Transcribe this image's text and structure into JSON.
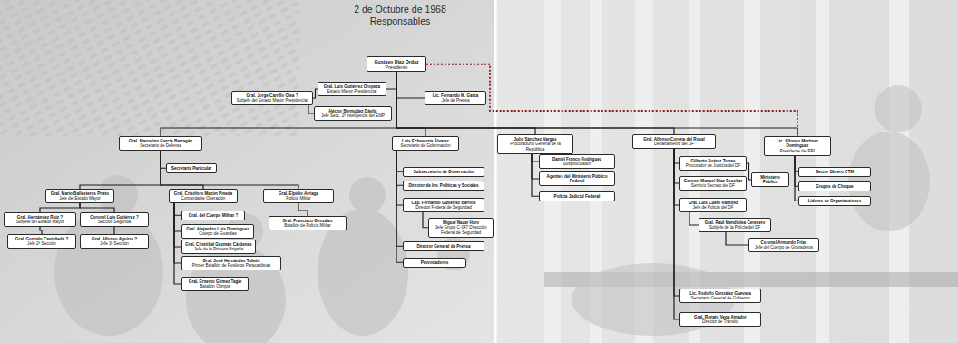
{
  "diagram": {
    "title": "2 de Octubre de 1968",
    "nodes": [
      {
        "text": [
          "Gustavo Díaz Ordaz",
          "Presidente"
        ]
      },
      {
        "text": [
          "Gral. Luis Gutiérrez Oropeza",
          "Estado Mayor Presidencial"
        ]
      },
      {
        "text": [
          "Gral. Jorge Carrillo Olea ?",
          "Subjefe del Estado Mayor Presidencial"
        ]
      },
      {
        "text": [
          "Héctor Bermúdez Dávila",
          "Jefe Secc. 2ª Inteligencia del EMP"
        ]
      },
      {
        "text": [
          "Lic. Fernando M. Garza",
          "Jefe de Prensa"
        ]
      },
      {
        "text": [
          "Gral. Marcelino García Barragán",
          "Secretario de Defensa"
        ]
      },
      {
        "text": [
          "Secretaría Particular"
        ]
      },
      {
        "text": [
          "Gral. Mario Ballesteros Prieto",
          "Jefe del Estado Mayor"
        ]
      },
      {
        "text": [
          "Gral. Hernández Ruiz ?",
          "Subjefe del Estado Mayor"
        ]
      },
      {
        "text": [
          "Coronel Luis Gutiérrez ?",
          "Sección Segunda"
        ]
      },
      {
        "text": [
          "Gral. Gonzalo Castañeda ?",
          "Jefe 2ª Sección"
        ]
      },
      {
        "text": [
          "Gral. Alfonso Aguirre ?",
          "Jefe 3ª Sección"
        ]
      },
      {
        "text": [
          "Gral. Crisóforo Mazón Pineda",
          "Comandante Operación"
        ]
      },
      {
        "text": [
          "Gral. del Cuerpo Militar ?"
        ]
      },
      {
        "text": [
          "Gral. Alejandro Luis Domínguez",
          "Cuerpo de Guardias"
        ]
      },
      {
        "text": [
          "Gral. Cristóbal Guzmán Cárdenas",
          "Jefe de la Primera Brigada"
        ]
      },
      {
        "text": [
          "Gral. José Hernández Toledo",
          "Primer Batallón de Fusileros Paracaidistas"
        ]
      },
      {
        "text": [
          "Gral. Ernesto Gómez Tagle",
          "Batallón Olimpia"
        ]
      },
      {
        "text": [
          "Gral. Elpidio Arriaga",
          "Policía Militar"
        ]
      },
      {
        "text": [
          "Gral. Francisco González",
          "Batallón de Policía Militar"
        ]
      },
      {
        "text": [
          "Luis Echeverría Álvarez",
          "Secretario de Gobernación"
        ]
      },
      {
        "text": [
          "Subsecretario de Gobernación"
        ]
      },
      {
        "text": [
          "Director de Inv. Políticas y Sociales"
        ]
      },
      {
        "text": [
          "Cap. Fernando Gutiérrez Barrios",
          "Director Federal de Seguridad"
        ]
      },
      {
        "text": [
          "Miguel Nazar Haro",
          "Jefe Grupo C-047 Dirección Federal de Seguridad"
        ]
      },
      {
        "text": [
          "Director General de Prensa"
        ]
      },
      {
        "text": [
          "Provocadores"
        ]
      },
      {
        "text": [
          "Julio Sánchez Vargas",
          "Procuraduría General de la República"
        ]
      },
      {
        "text": [
          "Daniel Franco Rodríguez",
          "Subprocurador"
        ]
      },
      {
        "text": [
          "Agentes del Ministerio Público Federal"
        ]
      },
      {
        "text": [
          "Policía Judicial Federal"
        ]
      },
      {
        "text": [
          "Gral. Alfonso Corona del Rosal",
          "Departamento del DF"
        ]
      },
      {
        "text": [
          "Gilberto Suárez Torres",
          "Procurador de Justicia del DF"
        ]
      },
      {
        "text": [
          "Coronel Manuel Díaz Escobar",
          "Servicio Secreto del DF"
        ]
      },
      {
        "text": [
          "Ministerio Público"
        ]
      },
      {
        "text": [
          "Gral. Luis Cueto Ramírez",
          "Jefe de Policía del DF"
        ]
      },
      {
        "text": [
          "Gral. Raúl Mendiolea Cerecero",
          "Subjefe de la Policía del DF"
        ]
      },
      {
        "text": [
          "Coronel Armando Frías",
          "Jefe del Cuerpo de Granaderos"
        ]
      },
      {
        "text": [
          "Lic. Rodolfo González Guevara",
          "Secretario General de Gobierno"
        ]
      },
      {
        "text": [
          "Gral. Renato Vega Amador",
          "Director de Tránsito"
        ]
      },
      {
        "text": [
          "Lic. Alfonso Martínez Domínguez",
          "Presidente del PRI"
        ]
      },
      {
        "text": [
          "Sector Obrero CTM"
        ]
      },
      {
        "text": [
          "Grupos de Choque"
        ]
      },
      {
        "text": [
          "Líderes de Organizaciones"
        ]
      }
    ],
    "edges": [
      {
        "from": 0,
        "to": 1,
        "arrow": "none"
      },
      {
        "from": 0,
        "to": 4,
        "arrow": "none"
      },
      {
        "from": 1,
        "to": 2,
        "arrow": "none"
      },
      {
        "from": 2,
        "to": 3,
        "arrow": "none"
      },
      {
        "from": 0,
        "to": 5,
        "arrow": "none"
      },
      {
        "from": 0,
        "to": 20,
        "arrow": "none"
      },
      {
        "from": 0,
        "to": 27,
        "arrow": "none"
      },
      {
        "from": 0,
        "to": 31,
        "arrow": "none"
      },
      {
        "from": 0,
        "to": 40,
        "arrow": "none"
      },
      {
        "from": 0,
        "to": 40,
        "arrow": "none"
      },
      {
        "from": 5,
        "to": 6,
        "arrow": "none"
      },
      {
        "from": 5,
        "to": 7,
        "arrow": "none"
      },
      {
        "from": 5,
        "to": 12,
        "arrow": "none"
      },
      {
        "from": 5,
        "to": 18,
        "arrow": "none"
      },
      {
        "from": 7,
        "to": 8,
        "arrow": "none"
      },
      {
        "from": 7,
        "to": 9,
        "arrow": "none"
      },
      {
        "from": 8,
        "to": 10,
        "arrow": "none"
      },
      {
        "from": 9,
        "to": 11,
        "arrow": "none"
      },
      {
        "from": 12,
        "to": 13,
        "arrow": "none"
      },
      {
        "from": 12,
        "to": 14,
        "arrow": "none"
      },
      {
        "from": 12,
        "to": 15,
        "arrow": "none"
      },
      {
        "from": 12,
        "to": 16,
        "arrow": "none"
      },
      {
        "from": 12,
        "to": 17,
        "arrow": "none"
      },
      {
        "from": 18,
        "to": 19,
        "arrow": "none"
      },
      {
        "from": 20,
        "to": 21,
        "arrow": "none"
      },
      {
        "from": 20,
        "to": 22,
        "arrow": "none"
      },
      {
        "from": 20,
        "to": 23,
        "arrow": "none"
      },
      {
        "from": 20,
        "to": 25,
        "arrow": "none"
      },
      {
        "from": 20,
        "to": 26,
        "arrow": "none"
      },
      {
        "from": 23,
        "to": 24,
        "arrow": "none"
      },
      {
        "from": 27,
        "to": 28,
        "arrow": "none"
      },
      {
        "from": 27,
        "to": 29,
        "arrow": "none"
      },
      {
        "from": 27,
        "to": 30,
        "arrow": "none"
      },
      {
        "from": 31,
        "to": 32,
        "arrow": "none"
      },
      {
        "from": 31,
        "to": 33,
        "arrow": "none"
      },
      {
        "from": 31,
        "to": 35,
        "arrow": "none"
      },
      {
        "from": 31,
        "to": 38,
        "arrow": "none"
      },
      {
        "from": 31,
        "to": 39,
        "arrow": "none"
      },
      {
        "from": 32,
        "to": 34,
        "arrow": "none"
      },
      {
        "from": 35,
        "to": 36,
        "arrow": "none"
      },
      {
        "from": 36,
        "to": 37,
        "arrow": "none"
      },
      {
        "from": 40,
        "to": 41,
        "arrow": "none"
      },
      {
        "from": 40,
        "to": 42,
        "arrow": "none"
      },
      {
        "from": 40,
        "to": 43,
        "arrow": "none"
      }
    ],
    "labels": [
      "Responsables"
    ]
  }
}
